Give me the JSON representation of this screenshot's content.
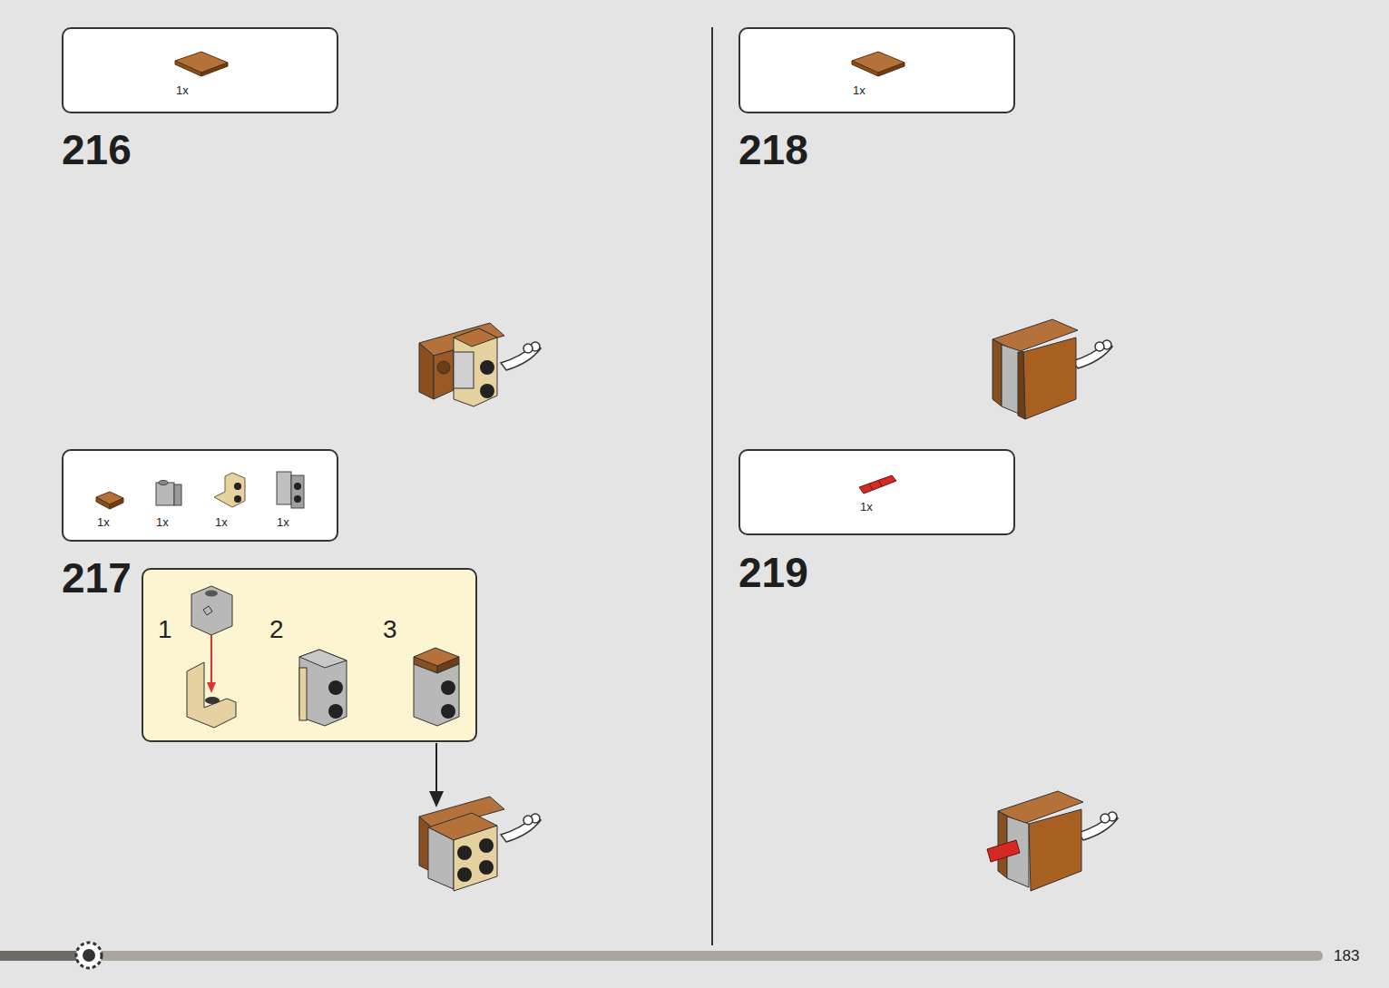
{
  "diagram": {
    "nodes": [
      {
        "text": [
          "1x"
        ]
      },
      {
        "text": [
          "1x",
          "1x",
          "1x",
          "1x"
        ]
      },
      {
        "text": [
          "1",
          "2",
          "3"
        ]
      },
      {
        "text": [
          "1x"
        ]
      },
      {
        "text": [
          "1x"
        ]
      }
    ],
    "labels": [
      "216",
      "217",
      "218",
      "219",
      "183"
    ]
  }
}
